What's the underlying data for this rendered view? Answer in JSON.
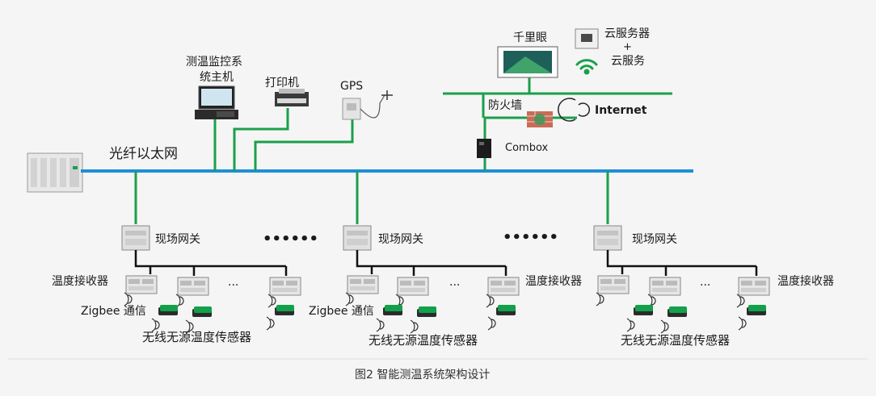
{
  "network": {
    "backbone_label": "光纤以太网",
    "monitor_host_line1": "测温监控系",
    "monitor_host_line2": "统主机",
    "printer": "打印机",
    "gps": "GPS",
    "qianliyan": "千里眼",
    "cloud_server": "云服务器",
    "plus": "+",
    "cloud_service": "云服务",
    "firewall": "防火墙",
    "internet": "Internet",
    "combox": "Combox",
    "ellipsis_big": "••••••",
    "ellipsis_small": "···"
  },
  "sites": [
    {
      "gateway": "现场网关",
      "receiver": "温度接收器",
      "zigbee": "Zigbee 通信",
      "sensors": "无线无源温度传感器"
    },
    {
      "gateway": "现场网关",
      "receiver": "温度接收器",
      "zigbee": "Zigbee 通信",
      "sensors": "无线无源温度传感器"
    },
    {
      "gateway": "现场网关",
      "receiver": "温度接收器",
      "sensors": "无线无源温度传感器"
    }
  ],
  "caption": "图2  智能测温系统架构设计",
  "colors": {
    "backbone": "#1e8fd8",
    "green_link": "#1aa04a",
    "black_line": "#111111",
    "sensor_green": "#12a14a"
  }
}
